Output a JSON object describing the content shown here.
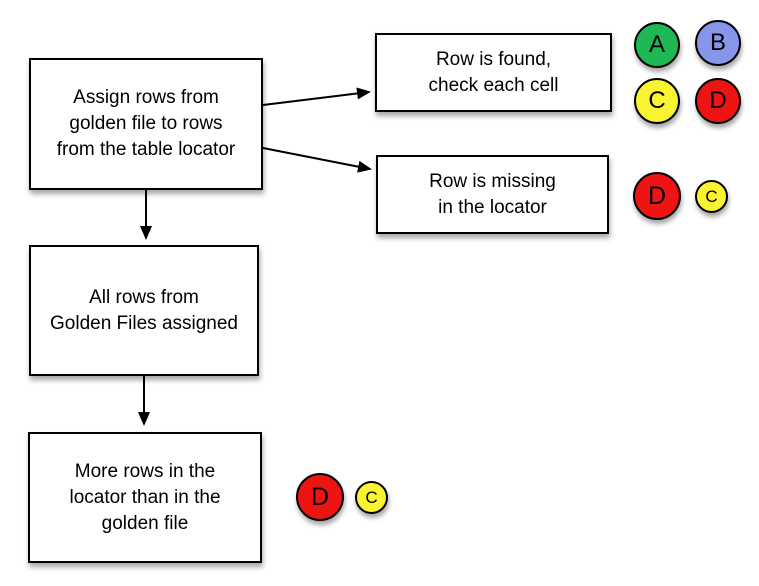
{
  "nodes": {
    "assign": {
      "label": "Assign rows from\ngolden file to rows\nfrom the table locator"
    },
    "row_found": {
      "label": "Row is found,\ncheck each cell"
    },
    "row_missing": {
      "label": "Row is missing\nin the locator"
    },
    "all_assigned": {
      "label": "All rows from\nGolden Files assigned"
    },
    "more_rows": {
      "label": "More rows in the\nlocator than in the\ngolden file"
    }
  },
  "badges": {
    "row_found": [
      {
        "label": "A",
        "color": "#1eb955"
      },
      {
        "label": "B",
        "color": "#8796eb"
      },
      {
        "label": "C",
        "color": "#faf332"
      },
      {
        "label": "D",
        "color": "#ee1414"
      }
    ],
    "row_missing": [
      {
        "label": "D",
        "color": "#ee1414"
      },
      {
        "label": "C",
        "color": "#faf332"
      }
    ],
    "more_rows": [
      {
        "label": "D",
        "color": "#ee1414"
      },
      {
        "label": "C",
        "color": "#faf332"
      }
    ]
  },
  "colors": {
    "box_fill": "#ffffff",
    "box_border": "#000000",
    "arrow": "#000000",
    "text": "#000000"
  }
}
